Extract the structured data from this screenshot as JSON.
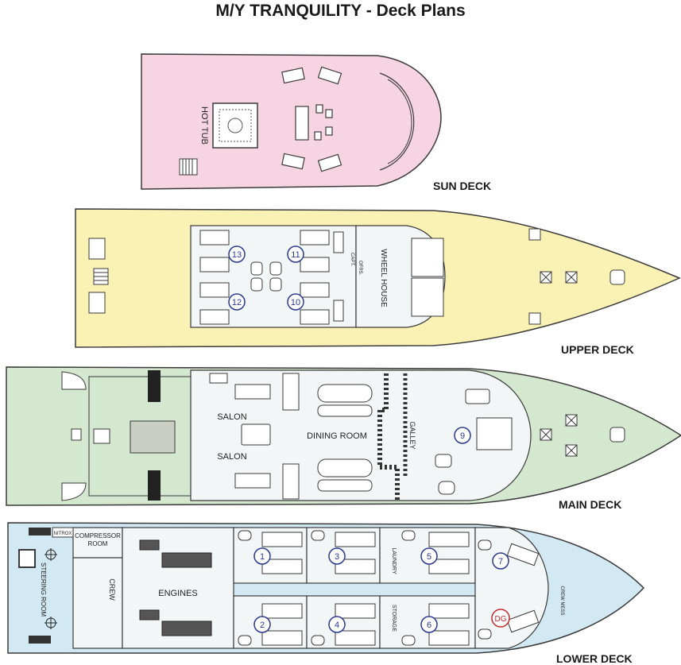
{
  "title": "M/Y TRANQUILITY - Deck Plans",
  "colors": {
    "sun": "#f6d4e1",
    "upper": "#faf1b4",
    "main": "#d4e7cf",
    "lower": "#d2e9f3",
    "interior": "#f3f6f7",
    "line": "#3a3a3a",
    "cabin_ring": "#2b3990",
    "dg_ring": "#c4262e"
  },
  "decks": {
    "sun": {
      "name": "SUN DECK",
      "labels": {
        "hot_tub": "HOT TUB"
      }
    },
    "upper": {
      "name": "UPPER DECK",
      "labels": {
        "wheel_house": "WHEEL HOUSE",
        "capt": "CAPT.",
        "ofrs": "OFRS."
      },
      "cabins": [
        "13",
        "11",
        "12",
        "10"
      ]
    },
    "main": {
      "name": "MAIN DECK",
      "labels": {
        "salon_1": "SALON",
        "salon_2": "SALON",
        "dining_room": "DINING ROOM",
        "galley": "GALLEY"
      },
      "cabins": [
        "9"
      ]
    },
    "lower": {
      "name": "LOWER DECK",
      "labels": {
        "nitrox": "NITROX",
        "compressor_room": "COMPRESSOR ROOM",
        "steering_room": "STEERING ROOM",
        "crew": "CREW",
        "engines": "ENGINES",
        "laundry": "LAUNDRY",
        "storage": "STORAGE",
        "crew_mess": "CREW MESS"
      },
      "cabins": [
        "1",
        "2",
        "3",
        "4",
        "5",
        "6",
        "7"
      ],
      "dg": "DG"
    }
  }
}
